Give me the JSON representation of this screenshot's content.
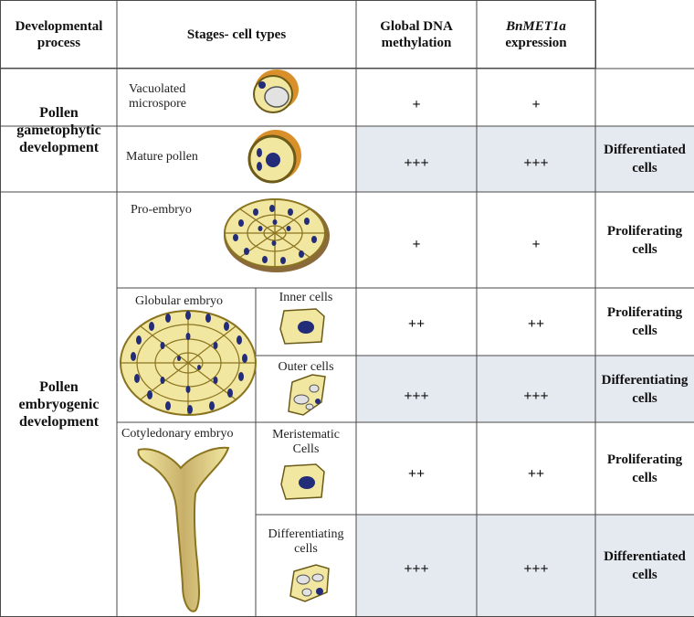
{
  "header": {
    "process": "Developmental process",
    "stages": "Stages- cell types",
    "methylation": "Global DNA methylation",
    "expression_gene": "BnMET1a",
    "expression_word": "expression"
  },
  "sections": {
    "gametophytic": "Pollen gametophytic development",
    "embryogenic": "Pollen embryogenic development"
  },
  "rows": [
    {
      "stage": "Vacuolated microspore",
      "methylation": "+",
      "expression": "+",
      "state": ""
    },
    {
      "stage": "Mature pollen",
      "methylation": "+++",
      "expression": "+++",
      "state": "Differentiated cells"
    },
    {
      "stage": "Pro-embryo",
      "methylation": "+",
      "expression": "+",
      "state": "Proliferating cells"
    },
    {
      "stage": "Globular embryo",
      "subtype": "Inner cells",
      "methylation": "++",
      "expression": "++",
      "state": "Proliferating cells"
    },
    {
      "stage": "Globular embryo",
      "subtype": "Outer cells",
      "methylation": "+++",
      "expression": "+++",
      "state": "Differentiating cells"
    },
    {
      "stage": "Cotyledonary embryo",
      "subtype": "Meristematic Cells",
      "methylation": "++",
      "expression": "++",
      "state": "Proliferating cells"
    },
    {
      "stage": "Cotyledonary embryo",
      "subtype": "Differentiating cells",
      "methylation": "+++",
      "expression": "+++",
      "state": "Differentiated cells"
    }
  ],
  "colors": {
    "shaded": "#e5e9f0",
    "grid": "#4a4a4a",
    "cytoplasm": "#f1e7a0",
    "wall": "#8a7420",
    "nucleus": "#232c78",
    "exine": "#d9902a"
  }
}
